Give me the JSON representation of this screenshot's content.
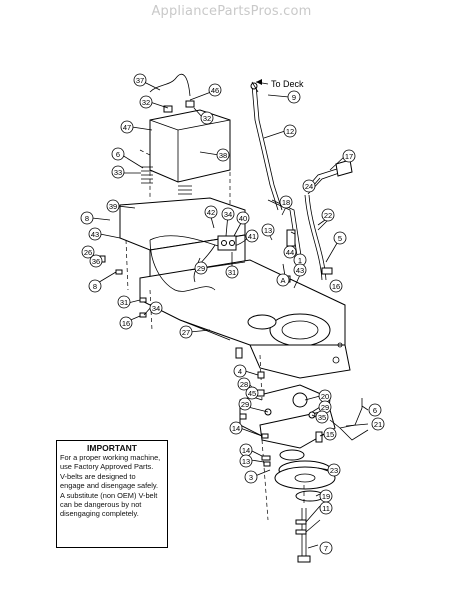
{
  "watermark": "AppliancePartsPros.com",
  "deck_label": "To Deck",
  "notice": {
    "title": "IMPORTANT",
    "lines": [
      "For a proper working machine,",
      "use Factory Approved Parts.",
      "V-belts are designed to",
      "engage and disengage safely.",
      "A substitute (non OEM) V-belt",
      "can be dangerous by not",
      "disengaging completely."
    ]
  },
  "callouts": [
    "37",
    "46",
    "32",
    "32",
    "47",
    "6",
    "33",
    "38",
    "9",
    "12",
    "17",
    "24",
    "39",
    "8",
    "43",
    "26",
    "36",
    "18",
    "42",
    "34",
    "40",
    "13",
    "41",
    "22",
    "5",
    "29",
    "31",
    "44",
    "1",
    "43",
    "A",
    "16",
    "8",
    "31",
    "34",
    "16",
    "27",
    "4",
    "28",
    "45",
    "29",
    "20",
    "29",
    "14",
    "35",
    "6",
    "21",
    "15",
    "14",
    "13",
    "3",
    "23",
    "19",
    "11",
    "7"
  ]
}
